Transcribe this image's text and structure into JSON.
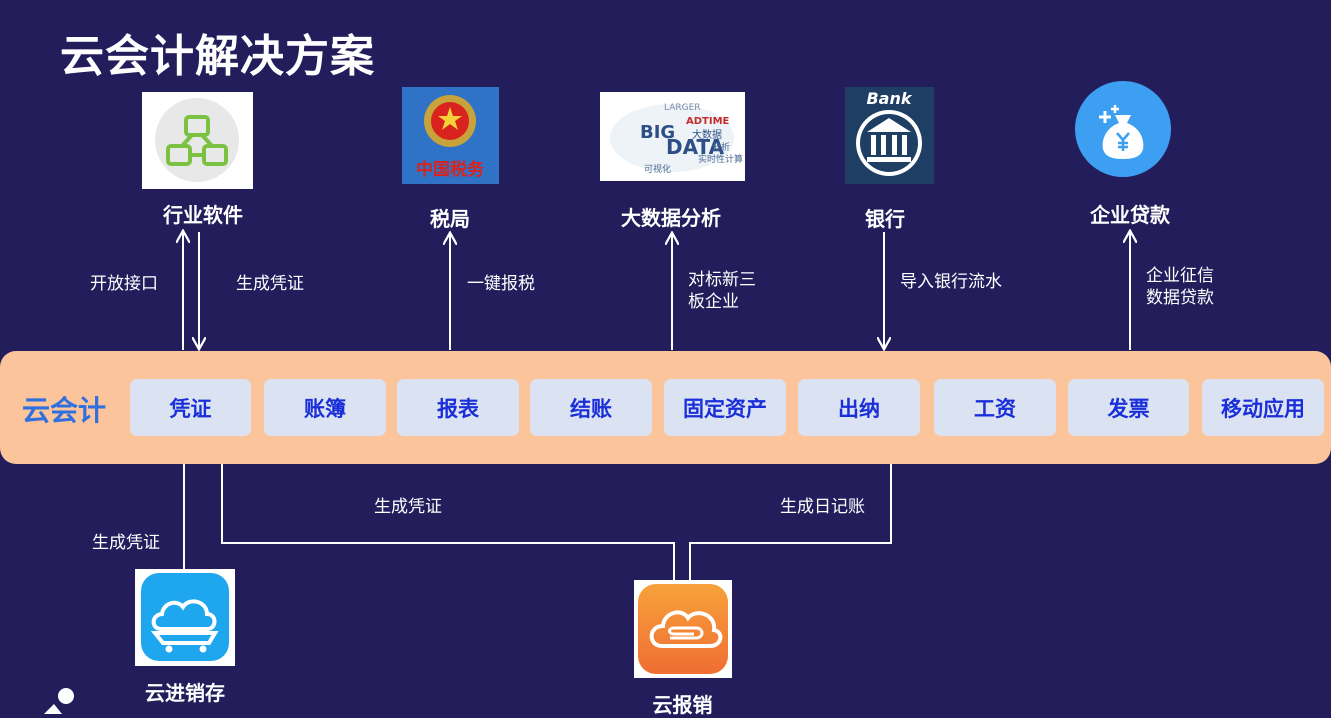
{
  "title": "云会计解决方案",
  "top_nodes": {
    "industry": "行业软件",
    "tax": "税局",
    "bigdata": "大数据分析",
    "bank": "银行",
    "loan": "企业贷款"
  },
  "edge_labels": {
    "open_api": "开放接口",
    "gen_voucher_top": "生成凭证",
    "one_click_tax_filing": "一键报税",
    "benchmark": [
      "对标新三",
      "板企业"
    ],
    "import_bank_flow": "导入银行流水",
    "credit_loan": [
      "企业征信",
      "数据贷款"
    ],
    "gen_voucher_mid": "生成凭证",
    "gen_journal": "生成日记账",
    "gen_voucher_left": "生成凭证"
  },
  "core": {
    "name": "云会计",
    "modules": [
      "凭证",
      "账簿",
      "报表",
      "结账",
      "固定资产",
      "出纳",
      "工资",
      "发票",
      "移动应用"
    ]
  },
  "bottom_nodes": {
    "inventory": "云进销存",
    "expense": "云报销"
  },
  "logo_texts": {
    "tax_bureau": "中国税务",
    "bank_sign": "Bank",
    "bigdata_words": [
      "BIG",
      "DATA",
      "ADTIME",
      "LARGER",
      "大数据",
      "实时性计算",
      "分析",
      "可视化"
    ]
  },
  "colors": {
    "background": "#231d5c",
    "bar": "#fbc49b",
    "module_bg": "#dbe3f2",
    "module_text": "#1a2fd9",
    "core_title": "#2f6fe0",
    "arrow": "#ffffff"
  },
  "icons": {
    "industry": "network-nodes-icon",
    "tax": "tax-bureau-emblem-icon",
    "bigdata": "big-data-wordcloud-icon",
    "bank": "bank-building-icon",
    "loan": "money-bag-icon",
    "inventory": "cloud-cart-icon",
    "expense": "cloud-paperclip-icon"
  }
}
